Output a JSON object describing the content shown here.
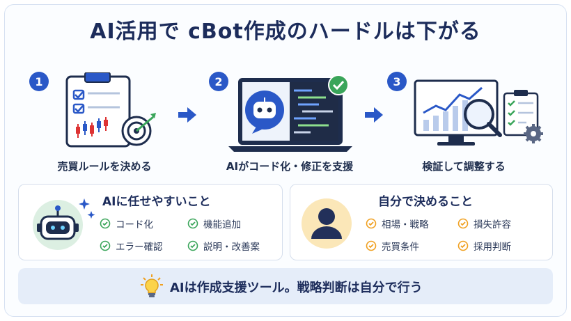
{
  "title": "AI活用で cBot作成のハードルは下がる",
  "steps": [
    {
      "number": "1",
      "label": "売買ルールを決める"
    },
    {
      "number": "2",
      "label": "AIがコード化・修正を支援"
    },
    {
      "number": "3",
      "label": "検証して調整する"
    }
  ],
  "ai_panel": {
    "title": "AIに任せやすいこと",
    "items": [
      "コード化",
      "機能追加",
      "エラー確認",
      "説明・改善案"
    ]
  },
  "self_panel": {
    "title": "自分で決めること",
    "items": [
      "相場・戦略",
      "損失許容",
      "売買条件",
      "採用判断"
    ]
  },
  "footer": {
    "text": "AIは作成支援ツール。戦略判断は自分で行う"
  },
  "colors": {
    "primary": "#2a58c7",
    "title": "#1c2c5b",
    "green_check": "#3aa55a",
    "orange_check": "#f0a020",
    "ai_bg": "#dcefe2",
    "self_bg": "#fbe7b8",
    "footer_bg": "#e5edf9"
  }
}
